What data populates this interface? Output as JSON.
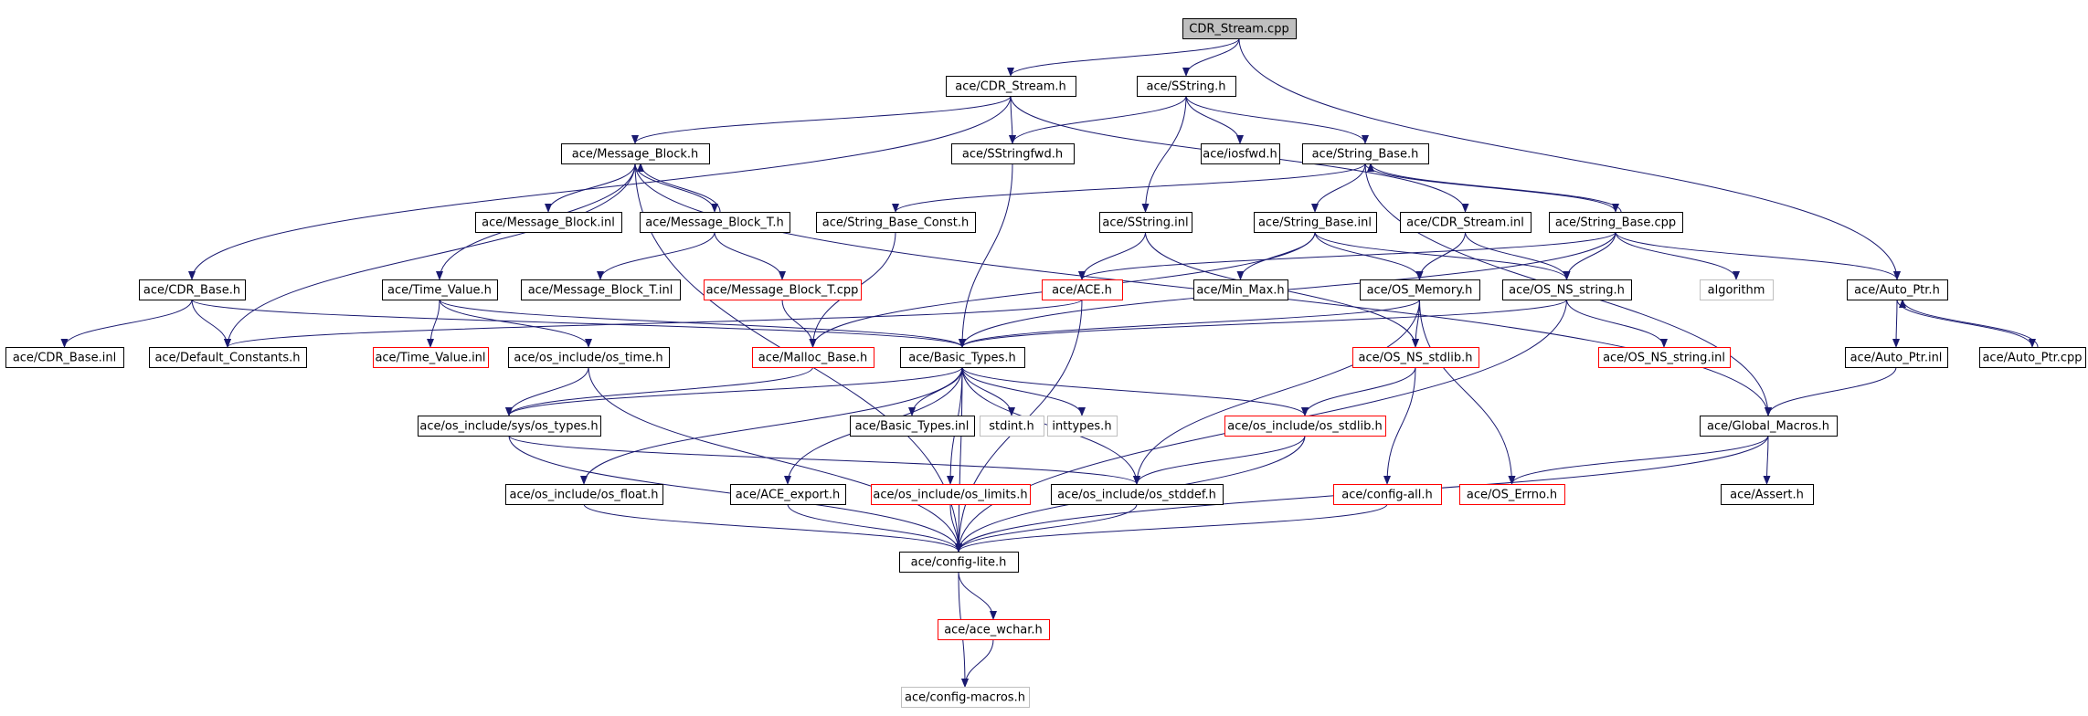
{
  "colors": {
    "edge": "#191970",
    "border_normal": "#000000",
    "border_incomplete": "#ff0000",
    "border_external": "#bfbfbf",
    "fill_root": "#bfbfbf",
    "fill_normal": "#ffffff"
  },
  "nodes": [
    {
      "id": "cdr_stream_cpp",
      "label": "CDR_Stream.cpp",
      "style": "root"
    },
    {
      "id": "ace_cdr_stream_h",
      "label": "ace/CDR_Stream.h",
      "style": "normal"
    },
    {
      "id": "ace_sstring_h",
      "label": "ace/SString.h",
      "style": "normal"
    },
    {
      "id": "ace_message_block_h",
      "label": "ace/Message_Block.h",
      "style": "normal"
    },
    {
      "id": "ace_sstringfwd_h",
      "label": "ace/SStringfwd.h",
      "style": "normal"
    },
    {
      "id": "ace_iosfwd_h",
      "label": "ace/iosfwd.h",
      "style": "normal"
    },
    {
      "id": "ace_string_base_h",
      "label": "ace/String_Base.h",
      "style": "normal"
    },
    {
      "id": "ace_message_block_inl",
      "label": "ace/Message_Block.inl",
      "style": "normal"
    },
    {
      "id": "ace_message_block_t_h",
      "label": "ace/Message_Block_T.h",
      "style": "normal"
    },
    {
      "id": "ace_string_base_const_h",
      "label": "ace/String_Base_Const.h",
      "style": "normal"
    },
    {
      "id": "ace_sstring_inl",
      "label": "ace/SString.inl",
      "style": "normal"
    },
    {
      "id": "ace_string_base_inl",
      "label": "ace/String_Base.inl",
      "style": "normal"
    },
    {
      "id": "ace_cdr_stream_inl",
      "label": "ace/CDR_Stream.inl",
      "style": "normal"
    },
    {
      "id": "ace_string_base_cpp",
      "label": "ace/String_Base.cpp",
      "style": "normal"
    },
    {
      "id": "ace_cdr_base_h",
      "label": "ace/CDR_Base.h",
      "style": "normal"
    },
    {
      "id": "ace_time_value_h",
      "label": "ace/Time_Value.h",
      "style": "normal"
    },
    {
      "id": "ace_message_block_t_inl",
      "label": "ace/Message_Block_T.inl",
      "style": "normal"
    },
    {
      "id": "ace_message_block_t_cpp",
      "label": "ace/Message_Block_T.cpp",
      "style": "incomplete"
    },
    {
      "id": "ace_ace_h",
      "label": "ace/ACE.h",
      "style": "incomplete"
    },
    {
      "id": "ace_min_max_h",
      "label": "ace/Min_Max.h",
      "style": "normal"
    },
    {
      "id": "ace_os_memory_h",
      "label": "ace/OS_Memory.h",
      "style": "normal"
    },
    {
      "id": "ace_os_ns_string_h",
      "label": "ace/OS_NS_string.h",
      "style": "normal"
    },
    {
      "id": "algorithm",
      "label": "algorithm",
      "style": "external"
    },
    {
      "id": "ace_auto_ptr_h",
      "label": "ace/Auto_Ptr.h",
      "style": "normal"
    },
    {
      "id": "ace_cdr_base_inl",
      "label": "ace/CDR_Base.inl",
      "style": "normal"
    },
    {
      "id": "ace_default_constants_h",
      "label": "ace/Default_Constants.h",
      "style": "normal"
    },
    {
      "id": "ace_time_value_inl",
      "label": "ace/Time_Value.inl",
      "style": "incomplete"
    },
    {
      "id": "ace_os_include_os_time_h",
      "label": "ace/os_include/os_time.h",
      "style": "normal"
    },
    {
      "id": "ace_malloc_base_h",
      "label": "ace/Malloc_Base.h",
      "style": "incomplete"
    },
    {
      "id": "ace_basic_types_h",
      "label": "ace/Basic_Types.h",
      "style": "normal"
    },
    {
      "id": "ace_os_ns_stdlib_h",
      "label": "ace/OS_NS_stdlib.h",
      "style": "incomplete"
    },
    {
      "id": "ace_os_ns_string_inl",
      "label": "ace/OS_NS_string.inl",
      "style": "incomplete"
    },
    {
      "id": "ace_auto_ptr_inl",
      "label": "ace/Auto_Ptr.inl",
      "style": "normal"
    },
    {
      "id": "ace_auto_ptr_cpp",
      "label": "ace/Auto_Ptr.cpp",
      "style": "normal"
    },
    {
      "id": "ace_os_include_sys_os_types_h",
      "label": "ace/os_include/sys/os_types.h",
      "style": "normal"
    },
    {
      "id": "ace_basic_types_inl",
      "label": "ace/Basic_Types.inl",
      "style": "normal"
    },
    {
      "id": "stdint_h",
      "label": "stdint.h",
      "style": "external"
    },
    {
      "id": "inttypes_h",
      "label": "inttypes.h",
      "style": "external"
    },
    {
      "id": "ace_os_include_os_stdlib_h",
      "label": "ace/os_include/os_stdlib.h",
      "style": "incomplete"
    },
    {
      "id": "ace_global_macros_h",
      "label": "ace/Global_Macros.h",
      "style": "normal"
    },
    {
      "id": "ace_os_include_os_float_h",
      "label": "ace/os_include/os_float.h",
      "style": "normal"
    },
    {
      "id": "ace_ace_export_h",
      "label": "ace/ACE_export.h",
      "style": "normal"
    },
    {
      "id": "ace_os_include_os_limits_h",
      "label": "ace/os_include/os_limits.h",
      "style": "incomplete"
    },
    {
      "id": "ace_os_include_os_stddef_h",
      "label": "ace/os_include/os_stddef.h",
      "style": "normal"
    },
    {
      "id": "ace_config_all_h",
      "label": "ace/config-all.h",
      "style": "incomplete"
    },
    {
      "id": "ace_os_errno_h",
      "label": "ace/OS_Errno.h",
      "style": "incomplete"
    },
    {
      "id": "ace_assert_h",
      "label": "ace/Assert.h",
      "style": "normal"
    },
    {
      "id": "ace_config_lite_h",
      "label": "ace/config-lite.h",
      "style": "normal"
    },
    {
      "id": "ace_ace_wchar_h",
      "label": "ace/ace_wchar.h",
      "style": "incomplete"
    },
    {
      "id": "ace_config_macros_h",
      "label": "ace/config-macros.h",
      "style": "external"
    }
  ],
  "edges": [
    [
      "cdr_stream_cpp",
      "ace_cdr_stream_h"
    ],
    [
      "cdr_stream_cpp",
      "ace_sstring_h"
    ],
    [
      "cdr_stream_cpp",
      "ace_auto_ptr_h"
    ],
    [
      "ace_cdr_stream_h",
      "ace_message_block_h"
    ],
    [
      "ace_cdr_stream_h",
      "ace_sstringfwd_h"
    ],
    [
      "ace_cdr_stream_h",
      "ace_cdr_base_h"
    ],
    [
      "ace_cdr_stream_h",
      "ace_cdr_stream_inl"
    ],
    [
      "ace_sstring_h",
      "ace_sstringfwd_h"
    ],
    [
      "ace_sstring_h",
      "ace_iosfwd_h"
    ],
    [
      "ace_sstring_h",
      "ace_string_base_h"
    ],
    [
      "ace_sstring_h",
      "ace_sstring_inl"
    ],
    [
      "ace_message_block_h",
      "ace_message_block_inl"
    ],
    [
      "ace_message_block_h",
      "ace_message_block_t_h"
    ],
    [
      "ace_message_block_h",
      "ace_time_value_h"
    ],
    [
      "ace_message_block_h",
      "ace_default_constants_h"
    ],
    [
      "ace_message_block_h",
      "ace_global_macros_h"
    ],
    [
      "ace_message_block_h",
      "ace_config_lite_h"
    ],
    [
      "ace_message_block_t_h",
      "ace_message_block_h"
    ],
    [
      "ace_message_block_t_h",
      "ace_message_block_t_inl"
    ],
    [
      "ace_message_block_t_h",
      "ace_message_block_t_cpp"
    ],
    [
      "ace_message_block_t_cpp",
      "ace_malloc_base_h"
    ],
    [
      "ace_sstringfwd_h",
      "ace_basic_types_h"
    ],
    [
      "ace_string_base_h",
      "ace_string_base_const_h"
    ],
    [
      "ace_string_base_h",
      "ace_string_base_inl"
    ],
    [
      "ace_string_base_h",
      "ace_string_base_cpp"
    ],
    [
      "ace_string_base_h",
      "ace_global_macros_h"
    ],
    [
      "ace_string_base_cpp",
      "ace_string_base_h"
    ],
    [
      "ace_string_base_cpp",
      "ace_ace_h"
    ],
    [
      "ace_string_base_cpp",
      "ace_os_ns_string_h"
    ],
    [
      "ace_string_base_cpp",
      "algorithm"
    ],
    [
      "ace_string_base_cpp",
      "ace_auto_ptr_h"
    ],
    [
      "ace_string_base_cpp",
      "ace_basic_types_h"
    ],
    [
      "ace_string_base_const_h",
      "ace_malloc_base_h"
    ],
    [
      "ace_sstring_inl",
      "ace_ace_h"
    ],
    [
      "ace_sstring_inl",
      "ace_os_ns_stdlib_h"
    ],
    [
      "ace_string_base_inl",
      "ace_min_max_h"
    ],
    [
      "ace_string_base_inl",
      "ace_os_memory_h"
    ],
    [
      "ace_string_base_inl",
      "ace_os_ns_string_h"
    ],
    [
      "ace_string_base_inl",
      "ace_malloc_base_h"
    ],
    [
      "ace_cdr_stream_inl",
      "ace_os_memory_h"
    ],
    [
      "ace_cdr_stream_inl",
      "ace_os_ns_string_h"
    ],
    [
      "ace_ace_h",
      "ace_default_constants_h"
    ],
    [
      "ace_ace_h",
      "ace_config_lite_h"
    ],
    [
      "ace_os_memory_h",
      "ace_os_ns_stdlib_h"
    ],
    [
      "ace_os_memory_h",
      "ace_os_errno_h"
    ],
    [
      "ace_os_memory_h",
      "ace_basic_types_h"
    ],
    [
      "ace_os_memory_h",
      "ace_os_include_os_stddef_h"
    ],
    [
      "ace_os_ns_string_h",
      "ace_os_ns_string_inl"
    ],
    [
      "ace_os_ns_string_h",
      "ace_basic_types_h"
    ],
    [
      "ace_os_ns_string_h",
      "ace_config_lite_h"
    ],
    [
      "ace_os_ns_stdlib_h",
      "ace_os_include_os_stdlib_h"
    ],
    [
      "ace_os_ns_stdlib_h",
      "ace_config_all_h"
    ],
    [
      "ace_cdr_base_h",
      "ace_cdr_base_inl"
    ],
    [
      "ace_cdr_base_h",
      "ace_default_constants_h"
    ],
    [
      "ace_cdr_base_h",
      "ace_basic_types_h"
    ],
    [
      "ace_time_value_h",
      "ace_time_value_inl"
    ],
    [
      "ace_time_value_h",
      "ace_os_include_os_time_h"
    ],
    [
      "ace_time_value_h",
      "ace_basic_types_h"
    ],
    [
      "ace_os_include_os_time_h",
      "ace_os_include_sys_os_types_h"
    ],
    [
      "ace_os_include_os_time_h",
      "ace_config_lite_h"
    ],
    [
      "ace_malloc_base_h",
      "ace_os_include_sys_os_types_h"
    ],
    [
      "ace_basic_types_h",
      "ace_os_include_sys_os_types_h"
    ],
    [
      "ace_basic_types_h",
      "ace_basic_types_inl"
    ],
    [
      "ace_basic_types_h",
      "stdint_h"
    ],
    [
      "ace_basic_types_h",
      "inttypes_h"
    ],
    [
      "ace_basic_types_h",
      "ace_os_include_os_stdlib_h"
    ],
    [
      "ace_basic_types_h",
      "ace_os_include_os_float_h"
    ],
    [
      "ace_basic_types_h",
      "ace_ace_export_h"
    ],
    [
      "ace_basic_types_h",
      "ace_os_include_os_limits_h"
    ],
    [
      "ace_basic_types_h",
      "ace_os_include_os_stddef_h"
    ],
    [
      "ace_basic_types_h",
      "ace_config_lite_h"
    ],
    [
      "ace_os_include_sys_os_types_h",
      "ace_os_include_os_stddef_h"
    ],
    [
      "ace_os_include_sys_os_types_h",
      "ace_config_lite_h"
    ],
    [
      "ace_os_include_os_stdlib_h",
      "ace_os_include_os_stddef_h"
    ],
    [
      "ace_os_include_os_stdlib_h",
      "ace_config_lite_h"
    ],
    [
      "ace_os_include_os_float_h",
      "ace_config_lite_h"
    ],
    [
      "ace_ace_export_h",
      "ace_config_lite_h"
    ],
    [
      "ace_os_include_os_limits_h",
      "ace_config_lite_h"
    ],
    [
      "ace_os_include_os_stddef_h",
      "ace_config_lite_h"
    ],
    [
      "ace_config_all_h",
      "ace_config_lite_h"
    ],
    [
      "ace_auto_ptr_h",
      "ace_auto_ptr_inl"
    ],
    [
      "ace_auto_ptr_h",
      "ace_auto_ptr_cpp"
    ],
    [
      "ace_auto_ptr_cpp",
      "ace_auto_ptr_h"
    ],
    [
      "ace_auto_ptr_inl",
      "ace_global_macros_h"
    ],
    [
      "ace_global_macros_h",
      "ace_os_errno_h"
    ],
    [
      "ace_global_macros_h",
      "ace_assert_h"
    ],
    [
      "ace_global_macros_h",
      "ace_config_lite_h"
    ],
    [
      "ace_config_lite_h",
      "ace_ace_wchar_h"
    ],
    [
      "ace_config_lite_h",
      "ace_config_macros_h"
    ],
    [
      "ace_ace_wchar_h",
      "ace_config_macros_h"
    ]
  ]
}
